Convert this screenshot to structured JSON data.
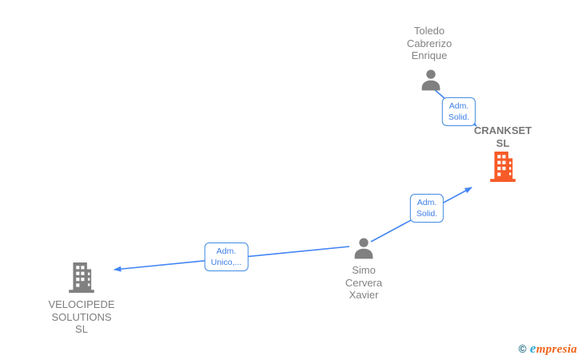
{
  "diagram": {
    "nodes": {
      "toledo": {
        "type": "person",
        "label": "Toledo\nCabrerizo\nEnrique"
      },
      "crankset": {
        "type": "company",
        "label": "CRANKSET\nSL"
      },
      "simo": {
        "type": "person",
        "label": "Simo\nCervera\nXavier"
      },
      "velocipede": {
        "type": "company",
        "label": "VELOCIPEDE\nSOLUTIONS\nSL"
      }
    },
    "edges": [
      {
        "from": "Toledo Cabrerizo Enrique",
        "to": "CRANKSET SL",
        "label": "Adm.\nSolid."
      },
      {
        "from": "Simo Cervera Xavier",
        "to": "CRANKSET SL",
        "label": "Adm.\nSolid."
      },
      {
        "from": "Simo Cervera Xavier",
        "to": "VELOCIPEDE SOLUTIONS SL",
        "label": "Adm.\nUnico,..."
      }
    ],
    "colors": {
      "edge_blue": "#4285F4",
      "company_orange": "#F75B28",
      "neutral_gray": "#808080"
    }
  },
  "watermark": {
    "copyright": "©",
    "brand_first_letter": "e",
    "brand_rest": "mpresia"
  }
}
